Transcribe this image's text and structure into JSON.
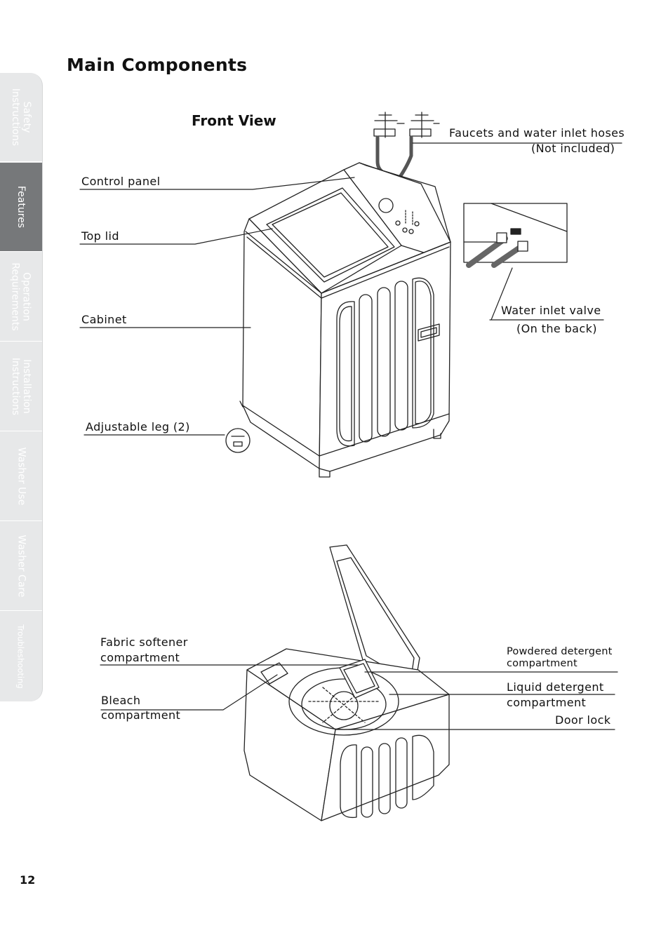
{
  "page": {
    "title": "Main Components",
    "view_title": "Front View",
    "page_number": "12"
  },
  "tabs": [
    {
      "label": "Safety\nInstructions",
      "active": false
    },
    {
      "label": "Features",
      "active": true
    },
    {
      "label": "Operation\nRequirements",
      "active": false
    },
    {
      "label": "Installation\nInstructions",
      "active": false
    },
    {
      "label": "Washer Use",
      "active": false
    },
    {
      "label": "Washer Care",
      "active": false
    },
    {
      "label": "Troubleshooting",
      "active": false
    }
  ],
  "front_labels": {
    "control_panel": "Control panel",
    "top_lid": "Top lid",
    "cabinet": "Cabinet",
    "adjustable_leg": "Adjustable leg (2)",
    "faucets_line1": "Faucets and water inlet hoses",
    "faucets_line2": "(Not included)",
    "water_valve_line1": "Water inlet valve",
    "water_valve_line2": "(On the back)"
  },
  "open_labels": {
    "fabric_softener_line1": "Fabric softener",
    "fabric_softener_line2": "compartment",
    "bleach_line1": "Bleach",
    "bleach_line2": "compartment",
    "powdered_line1": "Powdered detergent",
    "powdered_line2": "compartment",
    "liquid_line1": "Liquid detergent",
    "liquid_line2": "compartment",
    "door_lock": "Door lock"
  },
  "colors": {
    "active_tab": "#76787a",
    "inactive_tab": "#e7e8e9",
    "line": "#222222"
  }
}
